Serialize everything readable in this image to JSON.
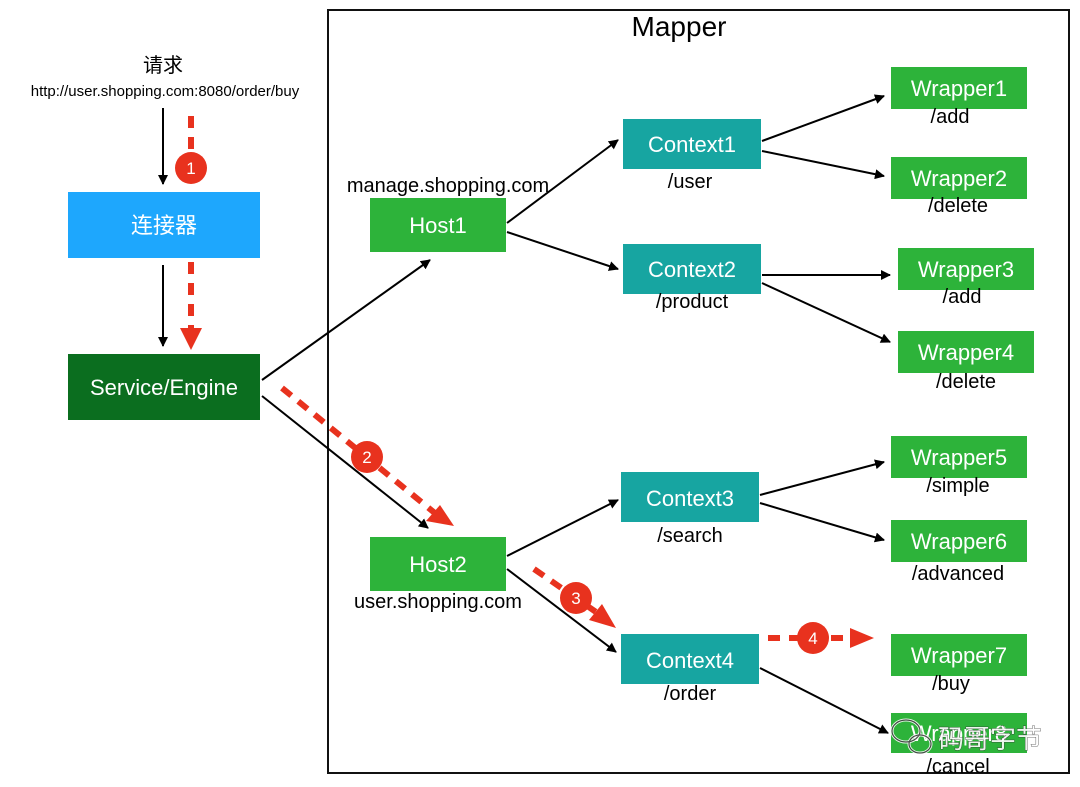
{
  "title": "Mapper",
  "request": {
    "label": "请求",
    "url": "http://user.shopping.com:8080/order/buy"
  },
  "connector": {
    "label": "连接器"
  },
  "engine": {
    "label": "Service/Engine"
  },
  "hosts": [
    {
      "label": "Host1",
      "domain": "manage.shopping.com"
    },
    {
      "label": "Host2",
      "domain": "user.shopping.com"
    }
  ],
  "contexts": [
    {
      "label": "Context1",
      "path": "/user"
    },
    {
      "label": "Context2",
      "path": "/product"
    },
    {
      "label": "Context3",
      "path": "/search"
    },
    {
      "label": "Context4",
      "path": "/order"
    }
  ],
  "wrappers": [
    {
      "label": "Wrapper1",
      "path": "/add"
    },
    {
      "label": "Wrapper2",
      "path": "/delete"
    },
    {
      "label": "Wrapper3",
      "path": "/add"
    },
    {
      "label": "Wrapper4",
      "path": "/delete"
    },
    {
      "label": "Wrapper5",
      "path": "/simple"
    },
    {
      "label": "Wrapper6",
      "path": "/advanced"
    },
    {
      "label": "Wrapper7",
      "path": "/buy"
    },
    {
      "label": "Wrapper8",
      "path": "/cancel"
    }
  ],
  "steps": [
    "1",
    "2",
    "3",
    "4"
  ],
  "watermark": "码哥字节",
  "colors": {
    "connector": "#1ea7fd",
    "engine": "#0b6e1f",
    "host": "#2db33a",
    "context": "#17a5a1",
    "wrapper": "#2db33a",
    "request_path": "#e8321e"
  }
}
